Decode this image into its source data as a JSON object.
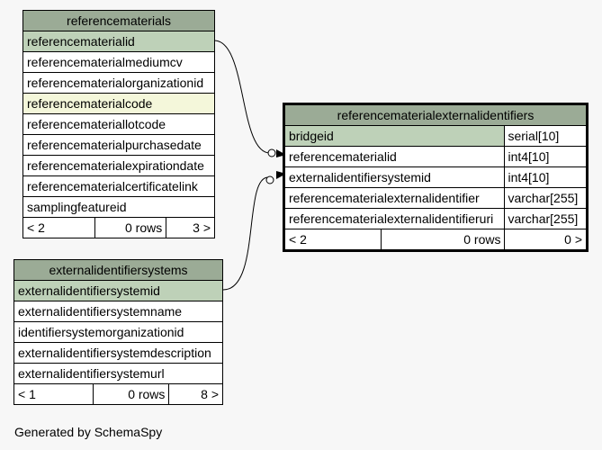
{
  "tables": {
    "referencematerials": {
      "name": "referencematerials",
      "columns": [
        "referencematerialid",
        "referencematerialmediumcv",
        "referencematerialorganizationid",
        "referencematerialcode",
        "referencemateriallotcode",
        "referencematerialpurchasedate",
        "referencematerialexpirationdate",
        "referencematerialcertificatelink",
        "samplingfeatureid"
      ],
      "footer": {
        "parents": "< 2",
        "rows": "0 rows",
        "children": "3 >"
      }
    },
    "referencematerialexternalidentifiers": {
      "name": "referencematerialexternalidentifiers",
      "columns": [
        {
          "name": "bridgeid",
          "type": "serial[10]"
        },
        {
          "name": "referencematerialid",
          "type": "int4[10]"
        },
        {
          "name": "externalidentifiersystemid",
          "type": "int4[10]"
        },
        {
          "name": "referencematerialexternalidentifier",
          "type": "varchar[255]"
        },
        {
          "name": "referencematerialexternalidentifieruri",
          "type": "varchar[255]"
        }
      ],
      "footer": {
        "parents": "< 2",
        "rows": "0 rows",
        "children": "0 >"
      }
    },
    "externalidentifiersystems": {
      "name": "externalidentifiersystems",
      "columns": [
        "externalidentifiersystemid",
        "externalidentifiersystemname",
        "identifiersystemorganizationid",
        "externalidentifiersystemdescription",
        "externalidentifiersystemurl"
      ],
      "footer": {
        "parents": "< 1",
        "rows": "0 rows",
        "children": "8 >"
      }
    }
  },
  "colors": {
    "header": "#9bab96",
    "primary_key": "#bed1b8",
    "indexed": "#f4f7da",
    "background": "#f7f7f7"
  },
  "footer_text": "Generated by SchemaSpy"
}
